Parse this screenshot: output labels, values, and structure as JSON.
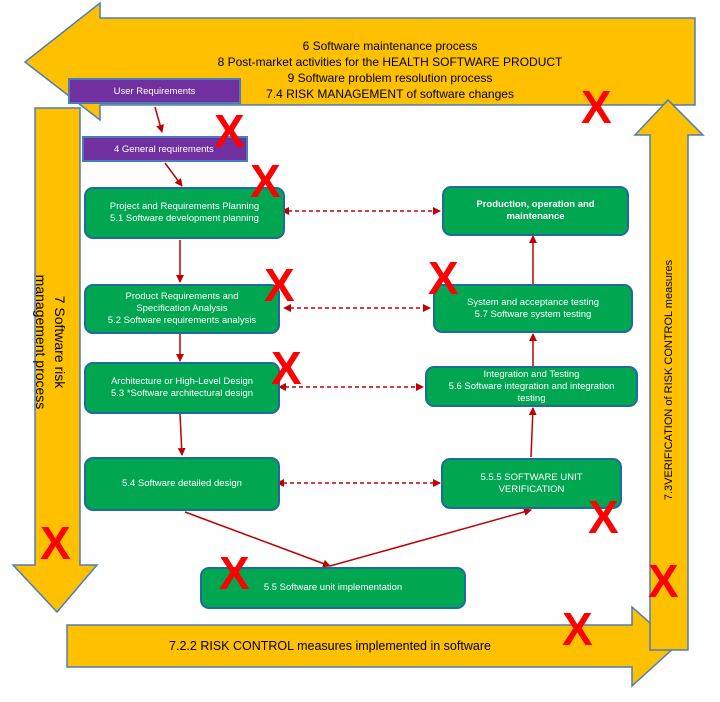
{
  "top_arrow": {
    "line1": "6 Software maintenance process",
    "line2": "8 Post-market activities for the HEALTH  SOFTWARE PRODUCT",
    "line3": "9 Software problem resolution process",
    "line4": "7.4 RISK MANAGEMENT  of software changes"
  },
  "left_arrow": {
    "line1": "7 Software risk",
    "line2": "management  process"
  },
  "right_arrow": {
    "label": "7.3VERIFICATION   of RISK CONTROL  measures"
  },
  "bottom_arrow": {
    "label": "7.2.2   RISK CONTROL  measures implemented  in software"
  },
  "purple_boxes": {
    "user_requirements": "User Requirements",
    "general_requirements": "4 General  requirements"
  },
  "boxes": {
    "project_planning": {
      "line1": "Project and Requirements Planning",
      "line2": "5.1 Software development planning"
    },
    "product_requirements": {
      "line1": "Product Requirements and",
      "line2": "Specification Analysis",
      "line3": "5.2 Software requirements analysis"
    },
    "architecture": {
      "line1": "Architecture or High-Level Design",
      "line2": "5.3 *Software architectural design"
    },
    "detailed_design": {
      "line1": "5.4 Software detailed  design"
    },
    "unit_implementation": {
      "line1": "5.5 Software unit implementation"
    },
    "unit_verification": {
      "line1": "5.5.5 SOFTWARE UNIT",
      "line2": "VERIFICATION"
    },
    "integration": {
      "line1": "Integration and Testing",
      "line2": "5.6 Software integration and integration",
      "line3": "testing"
    },
    "system_testing": {
      "line1": "System and acceptance testing",
      "line2": "5.7 Software system testing"
    },
    "production": {
      "line1": "Production, operation and",
      "line2": "maintenance"
    }
  },
  "x_mark": "X",
  "colors": {
    "arrow_fill": "#ffc000",
    "arrow_outline": "#4a7ebb",
    "box_fill": "#00a650",
    "box_border": "#1f6b9e",
    "purple": "#7030a0",
    "connector": "#c00000",
    "x_mark": "#ff0000"
  }
}
